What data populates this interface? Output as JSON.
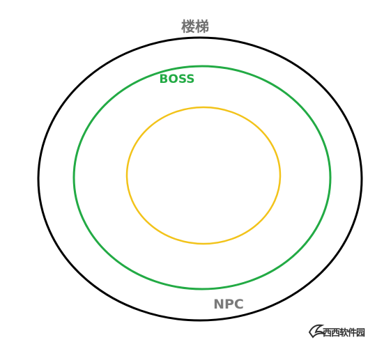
{
  "labels": {
    "stairs": "楼梯",
    "boss": "BOSS",
    "npc": "NPC"
  },
  "watermark": {
    "text": "西西软件园"
  },
  "colors": {
    "background": "#ffffff",
    "outer_ring": "#000000",
    "middle_ring": "#22aa44",
    "inner_ring": "#f2c31a",
    "stairs_label": "#6f6f6f",
    "boss_label": "#22aa44",
    "npc_label": "#7a7a7a",
    "watermark": "#2f2f2f"
  }
}
